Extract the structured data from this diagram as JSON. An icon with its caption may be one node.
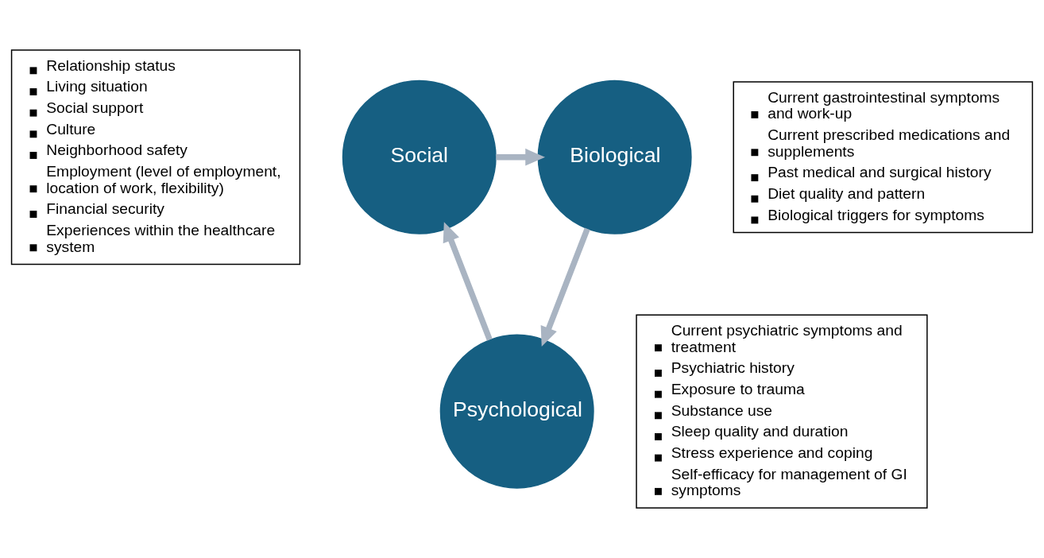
{
  "diagram": {
    "nodes": [
      {
        "text": [
          "Social"
        ]
      },
      {
        "text": [
          "Biological"
        ]
      },
      {
        "text": [
          "Psychological"
        ]
      },
      {
        "text": [
          "Relationship status",
          "Living situation",
          "Social support",
          "Culture",
          "Neighborhood safety",
          "Employment (level of employment, location of work, flexibility)",
          "Financial security",
          "Experiences within the healthcare system"
        ]
      },
      {
        "text": [
          "Current gastrointestinal symptoms and work-up",
          "Current prescribed medications and supplements",
          "Past medical and surgical history",
          "Diet quality and pattern",
          "Biological triggers for symptoms"
        ]
      },
      {
        "text": [
          "Current psychiatric symptoms and treatment",
          "Psychiatric history",
          "Exposure to trauma",
          "Substance use",
          "Sleep quality and duration",
          "Stress experience and coping",
          "Self-efficacy for management of GI symptoms"
        ]
      }
    ],
    "edges": [
      {
        "from": 0,
        "to": 1,
        "arrow": "to"
      },
      {
        "from": 1,
        "to": 2,
        "arrow": "to"
      },
      {
        "from": 2,
        "to": 0,
        "arrow": "to"
      }
    ]
  }
}
